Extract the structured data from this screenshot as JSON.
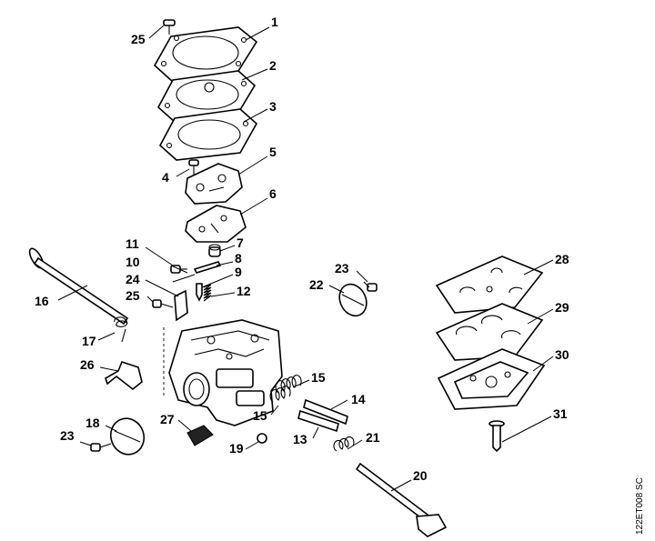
{
  "drawing_code": "122ET008 SC",
  "callouts": [
    {
      "id": "c1",
      "label": "1"
    },
    {
      "id": "c2",
      "label": "2"
    },
    {
      "id": "c3",
      "label": "3"
    },
    {
      "id": "c4",
      "label": "4"
    },
    {
      "id": "c5",
      "label": "5"
    },
    {
      "id": "c6",
      "label": "6"
    },
    {
      "id": "c7",
      "label": "7"
    },
    {
      "id": "c8",
      "label": "8"
    },
    {
      "id": "c9",
      "label": "9"
    },
    {
      "id": "c10",
      "label": "10"
    },
    {
      "id": "c11",
      "label": "11"
    },
    {
      "id": "c12",
      "label": "12"
    },
    {
      "id": "c13",
      "label": "13"
    },
    {
      "id": "c14",
      "label": "14"
    },
    {
      "id": "c15a",
      "label": "15"
    },
    {
      "id": "c15b",
      "label": "15"
    },
    {
      "id": "c16",
      "label": "16"
    },
    {
      "id": "c17",
      "label": "17"
    },
    {
      "id": "c18",
      "label": "18"
    },
    {
      "id": "c19",
      "label": "19"
    },
    {
      "id": "c20",
      "label": "20"
    },
    {
      "id": "c21",
      "label": "21"
    },
    {
      "id": "c22",
      "label": "22"
    },
    {
      "id": "c23a",
      "label": "23"
    },
    {
      "id": "c23b",
      "label": "23"
    },
    {
      "id": "c24",
      "label": "24"
    },
    {
      "id": "c25a",
      "label": "25"
    },
    {
      "id": "c25b",
      "label": "25"
    },
    {
      "id": "c26",
      "label": "26"
    },
    {
      "id": "c27",
      "label": "27"
    },
    {
      "id": "c28",
      "label": "28"
    },
    {
      "id": "c29",
      "label": "29"
    },
    {
      "id": "c30",
      "label": "30"
    },
    {
      "id": "c31",
      "label": "31"
    }
  ]
}
